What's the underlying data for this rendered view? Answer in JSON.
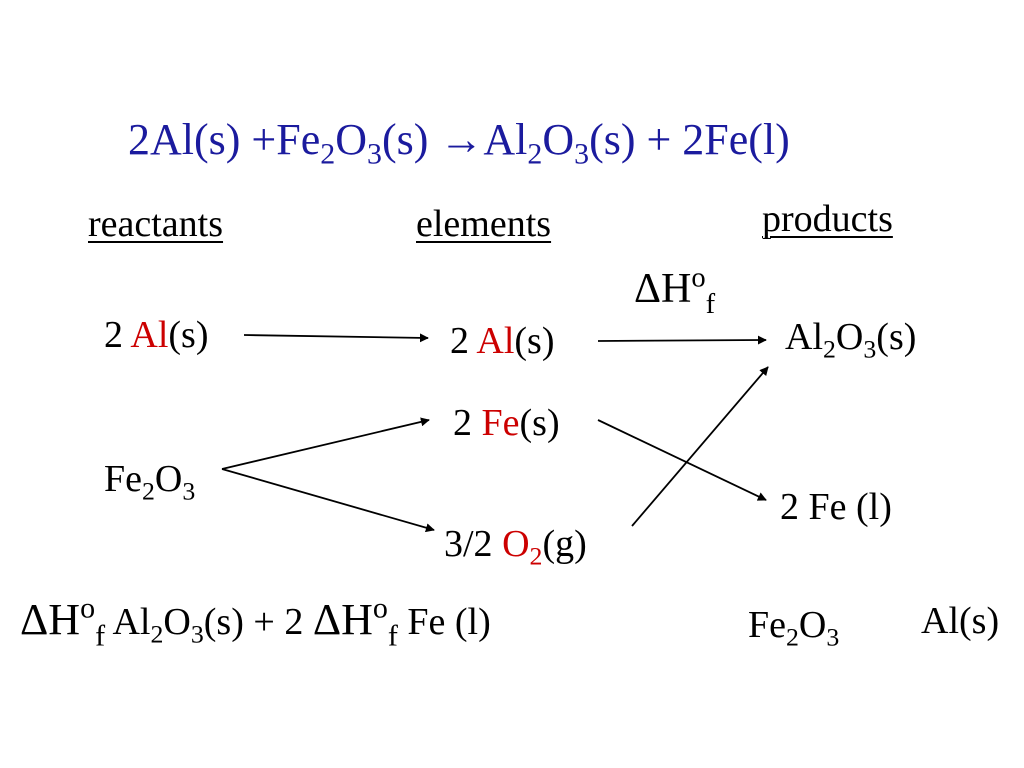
{
  "equation": {
    "coef_al": "2Al(s) +Fe",
    "sub_2a": "2",
    "o_1": "O",
    "sub_3a": "3",
    "state_1": "(s) ",
    "arrow": "→",
    "al_2": "Al",
    "sub_2b": "2",
    "o_2": "O",
    "sub_3b": "3",
    "rest": "(s) + 2Fe(l)"
  },
  "headers": {
    "reactants": "reactants",
    "elements": "elements",
    "products": "products"
  },
  "delta_top": {
    "delta": "ΔH",
    "sup": "o",
    "sub": "f"
  },
  "reactants": {
    "al_coef": "2 ",
    "al_symbol": "Al",
    "al_state": "(s)",
    "fe2o3_fe": "Fe",
    "fe2o3_sub2": "2",
    "fe2o3_o": "O",
    "fe2o3_sub3": "3"
  },
  "elements": {
    "al_coef": "2 ",
    "al_symbol": "Al",
    "al_state": "(s)",
    "fe_coef": "2 ",
    "fe_symbol": "Fe",
    "fe_state": "(s)",
    "o2_coef": "3/2 ",
    "o2_symbol": "O",
    "o2_sub": "2",
    "o2_state": "(g)"
  },
  "products": {
    "al2o3_al": "Al",
    "al2o3_sub2": "2",
    "al2o3_o": "O",
    "al2o3_sub3": "3",
    "al2o3_state": "(s)",
    "fe_liquid": "2 Fe (l)"
  },
  "bottom": {
    "delta1": "ΔH",
    "sup1": "o",
    "sub1": "f",
    "al2o3_al": " Al",
    "al2o3_sub2": "2",
    "al2o3_o": "O",
    "al2o3_sub3": "3",
    "al2o3_state": "(s) ",
    "plus": "+",
    "coef": " 2 ",
    "delta2": "ΔH",
    "sup2": "o",
    "sub2": "f",
    "fe_liquid": " Fe (l)",
    "fe2o3_fe": "Fe",
    "fe2o3_sub2": "2",
    "fe2o3_o": "O",
    "fe2o3_sub3": "3",
    "al_s": "Al(s)"
  },
  "colors": {
    "equation_text": "#1b1b9e",
    "element_highlight": "#cc0000",
    "text": "#000000",
    "arrows": "#000000",
    "background": "#ffffff"
  }
}
